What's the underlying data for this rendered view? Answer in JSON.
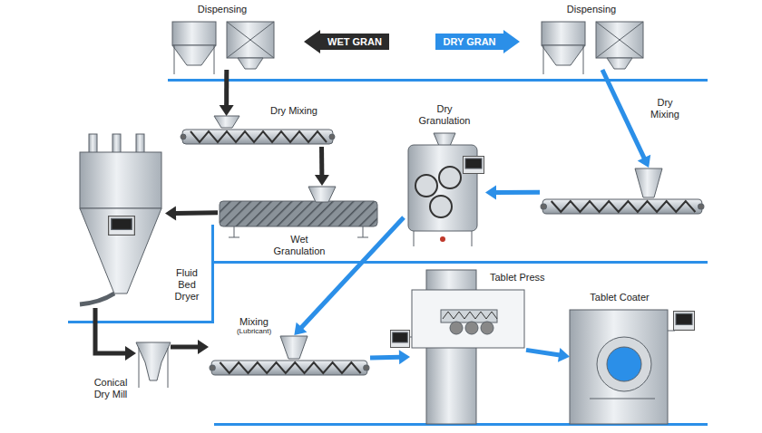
{
  "diagram": {
    "nodes": [
      {
        "text": [
          "Dispensing"
        ]
      },
      {
        "text": [
          "WET GRAN"
        ]
      },
      {
        "text": [
          "DRY GRAN"
        ]
      },
      {
        "text": [
          "Dispensing"
        ]
      },
      {
        "text": [
          "Dry Mixing"
        ]
      },
      {
        "text": [
          "Dry Mixing"
        ]
      },
      {
        "text": [
          "Dry Granulation"
        ]
      },
      {
        "text": [
          "Wet Granulation"
        ]
      },
      {
        "text": [
          "Fluid Bed Dryer"
        ]
      },
      {
        "text": [
          "Mixing",
          "(Lubricant)"
        ]
      },
      {
        "text": [
          "Tablet Press"
        ]
      },
      {
        "text": [
          "Tablet Coater"
        ]
      },
      {
        "text": [
          "Conical Dry Mill"
        ]
      }
    ],
    "edges": [
      {
        "from": 0,
        "to": 4,
        "arrow": "to"
      },
      {
        "from": 4,
        "to": 7,
        "arrow": "to"
      },
      {
        "from": 7,
        "to": 8,
        "arrow": "to"
      },
      {
        "from": 8,
        "to": 12,
        "arrow": "to"
      },
      {
        "from": 12,
        "to": 9,
        "arrow": "to"
      },
      {
        "from": 3,
        "to": 5,
        "arrow": "to"
      },
      {
        "from": 5,
        "to": 6,
        "arrow": "to"
      },
      {
        "from": 6,
        "to": 9,
        "arrow": "to"
      },
      {
        "from": 9,
        "to": 10,
        "arrow": "to"
      },
      {
        "from": 10,
        "to": 11,
        "arrow": "to"
      }
    ]
  }
}
